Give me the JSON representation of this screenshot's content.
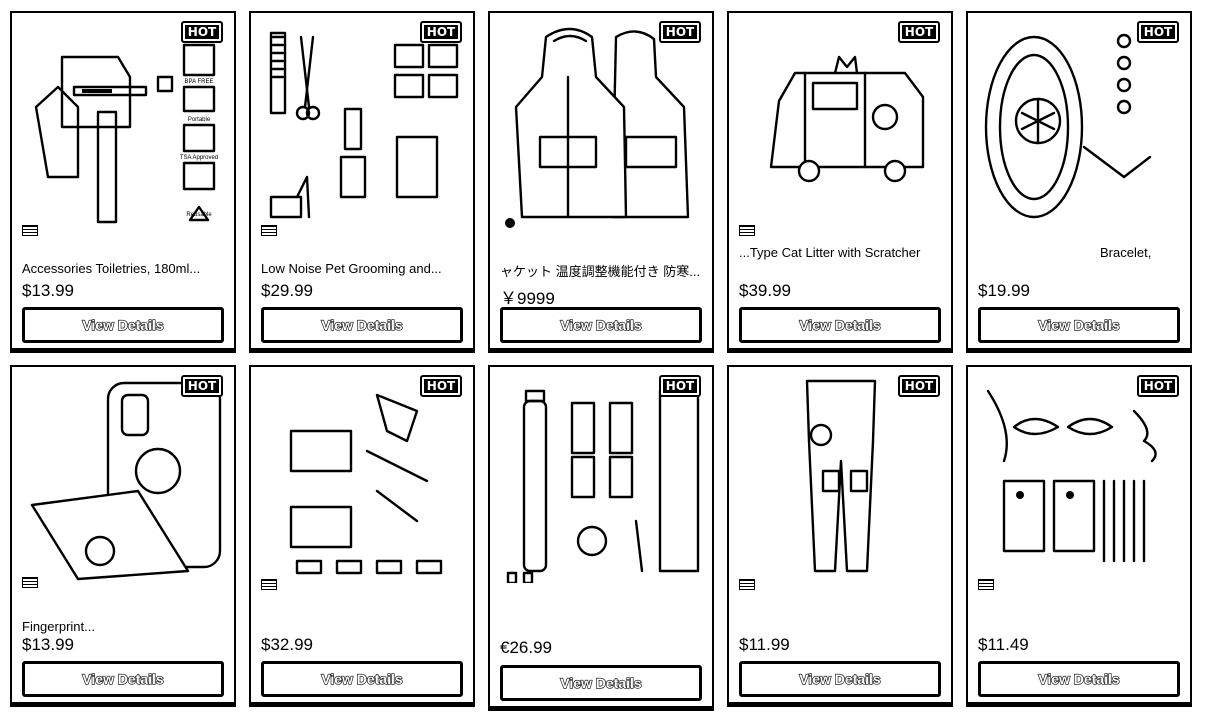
{
  "products": [
    {
      "title": "Accessories Toiletries, 180ml...",
      "price": "$13.99",
      "button": "View Details",
      "badge": "HOT",
      "brand": "",
      "image": "travel-bottles-image",
      "image_text": [
        "BPA FREE",
        "Portable",
        "TSA Approved",
        "Reusable"
      ]
    },
    {
      "title": "Low Noise Pet Grooming and...",
      "price": "$29.99",
      "button": "View Details",
      "badge": "HOT",
      "brand": "",
      "image": "pet-grooming-kit-image"
    },
    {
      "title": "ャケット 温度調整機能付き 防寒...",
      "price": "￥9999",
      "button": "View Details",
      "badge": "HOT",
      "brand": "",
      "image": "heated-jacket-image"
    },
    {
      "title": "...Type Cat Litter with Scratcher",
      "price": "$39.99",
      "button": "View Details",
      "badge": "HOT",
      "brand": "",
      "image": "cat-litter-van-image"
    },
    {
      "title": "Bracelet,",
      "price": "$19.99",
      "button": "View Details",
      "badge": "HOT",
      "brand": "",
      "image": "bracelet-image"
    },
    {
      "title": "Fingerprint...",
      "price": "$13.99",
      "button": "View Details",
      "badge": "HOT",
      "brand": "",
      "image": "phone-case-image"
    },
    {
      "title": "",
      "price": "$32.99",
      "button": "View Details",
      "badge": "HOT",
      "brand": "",
      "image": "3d-printer-kit-image"
    },
    {
      "title": "",
      "price": "€26.99",
      "button": "View Details",
      "badge": "HOT",
      "brand": "",
      "image": "hair-clipper-set-image"
    },
    {
      "title": "",
      "price": "$11.99",
      "button": "View Details",
      "badge": "HOT",
      "brand": "",
      "image": "leggings-image"
    },
    {
      "title": "",
      "price": "$11.49",
      "button": "View Details",
      "badge": "HOT",
      "brand": "",
      "image": "false-eyelashes-image"
    }
  ]
}
